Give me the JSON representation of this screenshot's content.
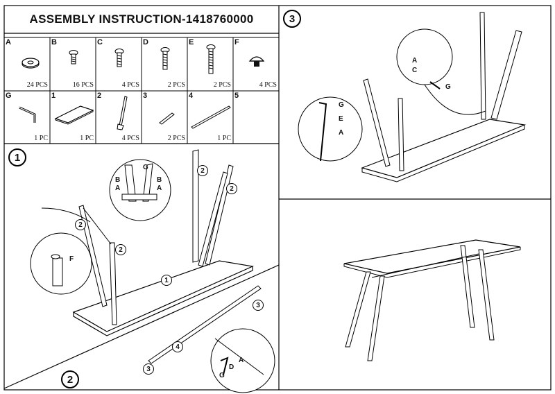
{
  "title": "ASSEMBLY INSTRUCTION-1418760000",
  "parts": [
    {
      "id": "A",
      "qty": "24 PCS",
      "icon": "washer-icon"
    },
    {
      "id": "B",
      "qty": "16 PCS",
      "icon": "short-bolt-icon"
    },
    {
      "id": "C",
      "qty": "4 PCS",
      "icon": "bolt-icon"
    },
    {
      "id": "D",
      "qty": "2 PCS",
      "icon": "medium-bolt-icon"
    },
    {
      "id": "E",
      "qty": "2 PCS",
      "icon": "long-bolt-icon"
    },
    {
      "id": "F",
      "qty": "4 PCS",
      "icon": "foot-cap-icon"
    },
    {
      "id": "G",
      "qty": "1 PC",
      "icon": "allen-key-icon"
    },
    {
      "id": "1",
      "qty": "1 PC",
      "icon": "tabletop-icon"
    },
    {
      "id": "2",
      "qty": "4 PCS",
      "icon": "leg-icon"
    },
    {
      "id": "3",
      "qty": "2 PCS",
      "icon": "bracket-icon"
    },
    {
      "id": "4",
      "qty": "1 PC",
      "icon": "stretcher-bar-icon"
    },
    {
      "id": "5",
      "qty": "",
      "icon": ""
    }
  ],
  "steps": [
    {
      "number": "1"
    },
    {
      "number": "2"
    },
    {
      "number": "3"
    }
  ],
  "callouts": {
    "step1": [
      "2",
      "2",
      "2",
      "2",
      "1",
      "F",
      "G",
      "B",
      "A",
      "B",
      "A"
    ],
    "step2": [
      "3",
      "4",
      "3",
      "A",
      "D",
      "G"
    ],
    "step3": [
      "A",
      "C",
      "G",
      "G",
      "E",
      "A"
    ]
  }
}
